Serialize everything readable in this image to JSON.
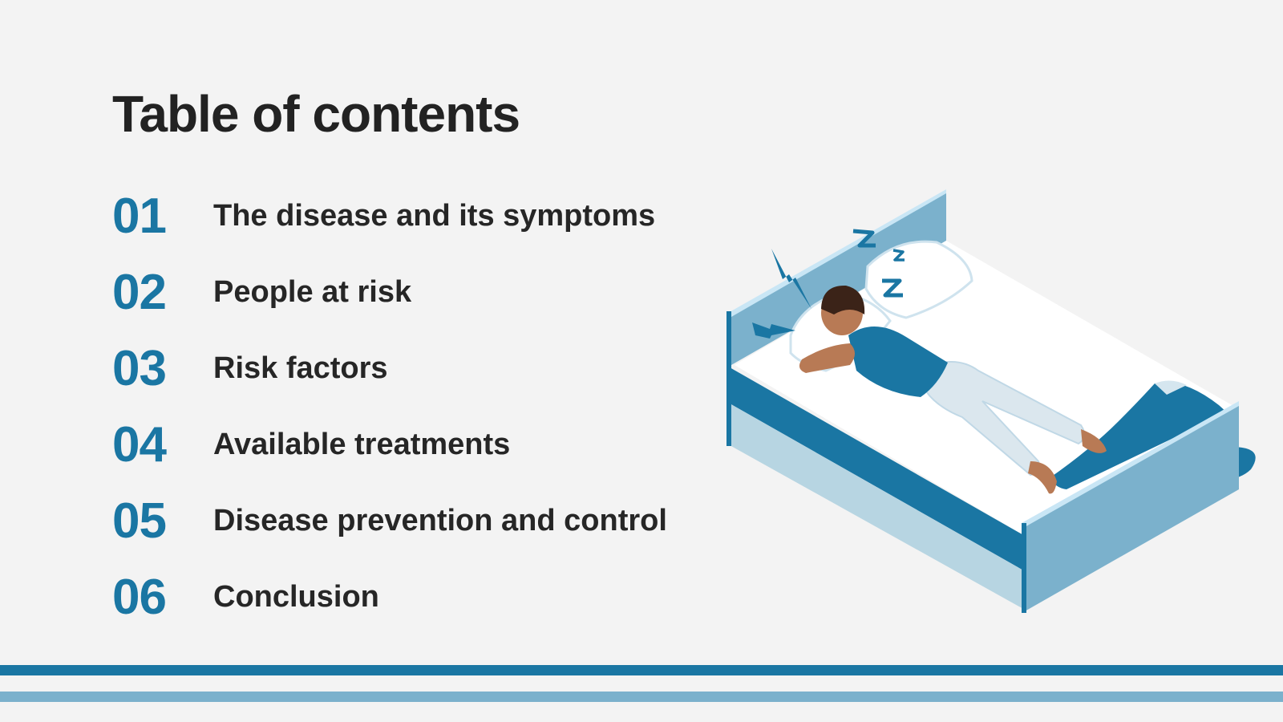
{
  "title": "Table of contents",
  "items": [
    {
      "num": "01",
      "label": "The disease and its symptoms"
    },
    {
      "num": "02",
      "label": "People at risk"
    },
    {
      "num": "03",
      "label": "Risk factors"
    },
    {
      "num": "04",
      "label": "Available treatments"
    },
    {
      "num": "05",
      "label": "Disease prevention and control"
    },
    {
      "num": "06",
      "label": "Conclusion"
    }
  ],
  "colors": {
    "accent": "#1a76a3",
    "accent_light": "#7bb1cc",
    "background": "#f3f3f3",
    "text": "#262626"
  }
}
